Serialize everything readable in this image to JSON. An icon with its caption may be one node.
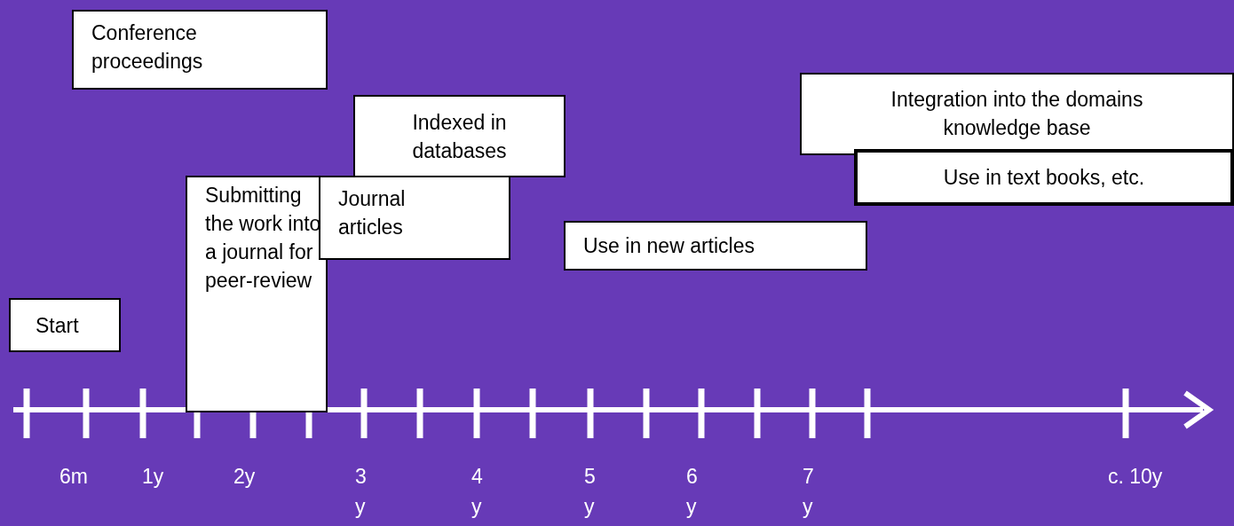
{
  "diagram": {
    "nodes": [
      {
        "text": [
          "Conference proceedings"
        ]
      },
      {
        "text": [
          "Indexed in databases"
        ]
      },
      {
        "text": [
          "Integration into the domains knowledge base"
        ]
      },
      {
        "text": [
          "Use in text books, etc."
        ]
      },
      {
        "text": [
          "Submitting the work into a journal for peer-review"
        ]
      },
      {
        "text": [
          "Journal articles"
        ]
      },
      {
        "text": [
          "Use in new articles"
        ]
      },
      {
        "text": [
          "Start"
        ]
      }
    ],
    "edges": [],
    "labels": [
      "6m",
      "1y",
      "2y",
      "3y",
      "4y",
      "5y",
      "6y",
      "7y",
      "c. 10y"
    ]
  }
}
